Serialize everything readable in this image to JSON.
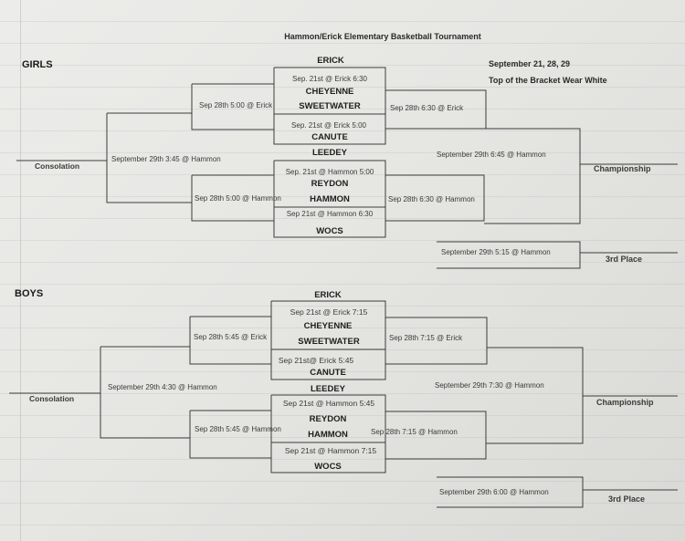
{
  "title": "Hammon/Erick Elementary Basketball Tournament",
  "dates": "September 21, 28, 29",
  "note": "Top of the Bracket Wear White",
  "girls": {
    "heading": "GIRLS",
    "teams": [
      "ERICK",
      "CHEYENNE",
      "SWEETWATER",
      "CANUTE",
      "LEEDEY",
      "REYDON",
      "HAMMON",
      "WOCS"
    ],
    "round1": [
      "Sep. 21st @ Erick 6:30",
      "Sep. 21st @ Erick 5:00",
      "Sep. 21st @ Hammon 5:00",
      "Sep 21st @ Hammon 6:30"
    ],
    "semis_left": [
      "Sep 28th 5:00 @ Erick",
      "Sep 28th 5:00 @ Hammon"
    ],
    "semis_right": [
      "Sep 28th 6:30  @ Erick",
      "Sep 28th 6:30 @ Hammon"
    ],
    "consolation_game": "September 29th 3:45 @ Hammon",
    "championship_game": "September 29th 6:45 @ Hammon",
    "third_place_game": "September 29th 5:15  @ Hammon",
    "consolation_label": "Consolation",
    "championship_label": "Championship",
    "third_place_label": "3rd Place"
  },
  "boys": {
    "heading": "BOYS",
    "teams": [
      "ERICK",
      "CHEYENNE",
      "SWEETWATER",
      "CANUTE",
      "LEEDEY",
      "REYDON",
      "HAMMON",
      "WOCS"
    ],
    "round1": [
      "Sep 21st  @ Erick 7:15",
      "Sep 21st@ Erick 5:45",
      "Sep 21st @ Hammon 5:45",
      "Sep 21st  @ Hammon 7:15"
    ],
    "semis_left": [
      "Sep 28th 5:45 @ Erick",
      "Sep 28th 5:45 @  Hammon"
    ],
    "semis_right": [
      "Sep 28th 7:15 @ Erick",
      "Sep 28th 7:15 @ Hammon"
    ],
    "consolation_game": "September 29th 4:30 @ Hammon",
    "championship_game": "September 29th 7:30 @ Hammon",
    "third_place_game": "September 29th 6:00  @ Hammon",
    "consolation_label": "Consolation",
    "championship_label": "Championship",
    "third_place_label": "3rd Place"
  }
}
